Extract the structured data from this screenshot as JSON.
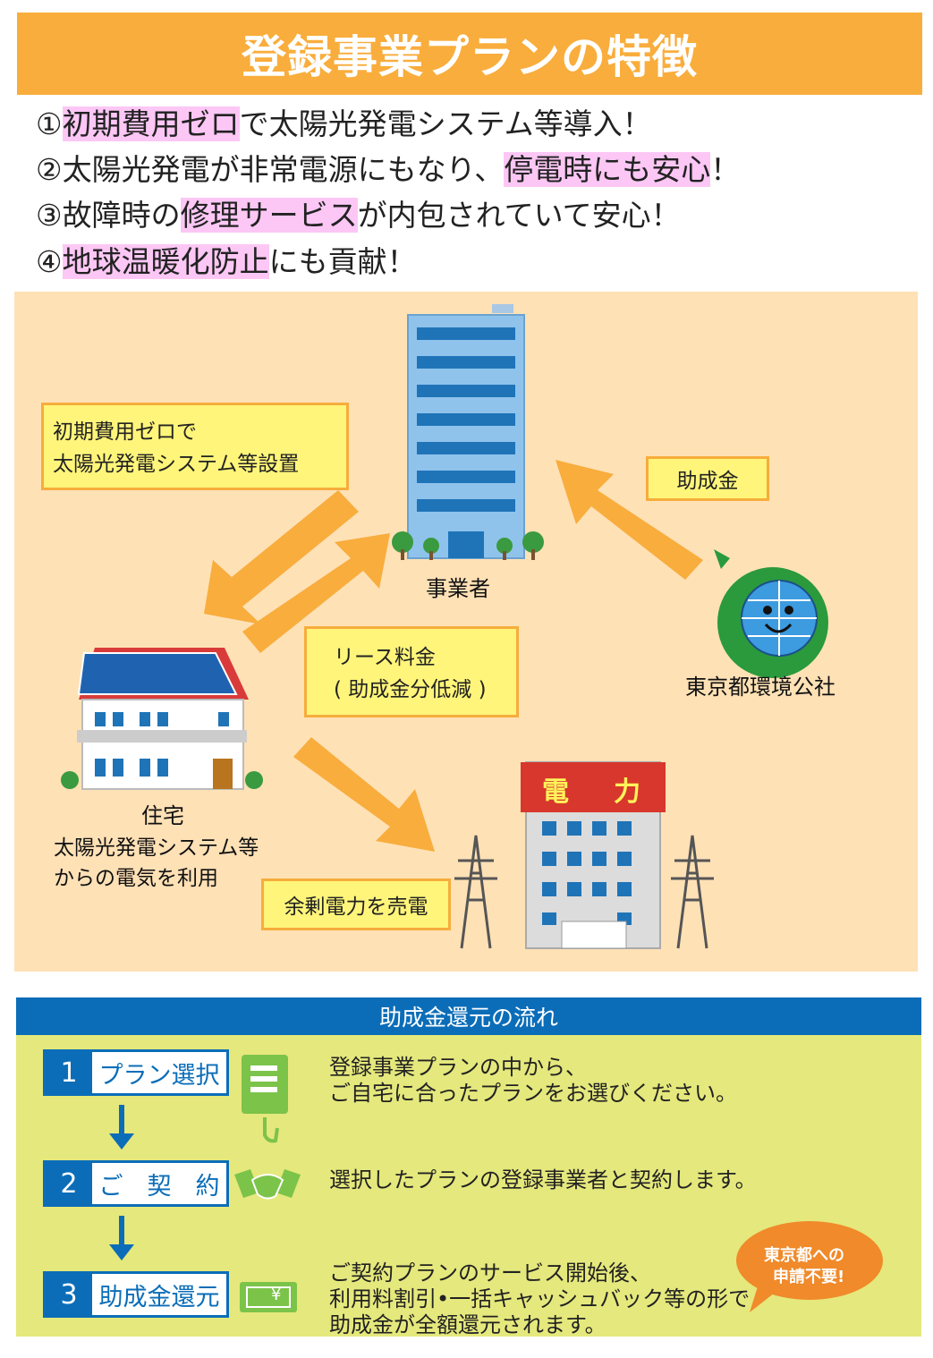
{
  "title": "登録事業プランの特徴",
  "features": [
    {
      "prefix": "①",
      "highlight": "初期費用ゼロ",
      "suffix": "で太陽光発電システム等導入！"
    },
    {
      "prefix": "②太陽光発電が非常電源にもなり、",
      "highlight": "停電時にも安心",
      "suffix": "！"
    },
    {
      "prefix": "③故障時の",
      "highlight": "修理サービス",
      "suffix": "が内包されていて安心！"
    },
    {
      "prefix": "④",
      "highlight": "地球温暖化防止",
      "suffix": "にも貢献！"
    }
  ],
  "diagram": {
    "box_install_line1": "初期費用ゼロで",
    "box_install_line2": "太陽光発電システム等設置",
    "box_subsidy": "助成金",
    "box_lease_line1": "リース料金",
    "box_lease_line2": "( 助成金分低減 )",
    "box_surplus": "余剰電力を売電",
    "label_business": "事業者",
    "label_corp": "東京都環境公社",
    "label_house": "住宅",
    "label_house_sub1": "太陽光発電システム等",
    "label_house_sub2": "からの電気を利用",
    "power_sign_1": "電",
    "power_sign_2": "力",
    "yen": "¥"
  },
  "flow": {
    "header": "助成金還元の流れ",
    "steps": [
      {
        "num": "1",
        "label": "プラン選択",
        "desc1": "登録事業プランの中から、",
        "desc2": "ご自宅に合ったプランをお選びください。",
        "desc3": ""
      },
      {
        "num": "2",
        "label": "ご　契　約",
        "desc1": "選択したプランの登録事業者と契約します。",
        "desc2": "",
        "desc3": ""
      },
      {
        "num": "3",
        "label": "助成金還元",
        "desc1": "ご契約プランのサービス開始後、",
        "desc2": "利用料割引•一括キャッシュバック等の形で",
        "desc3": "助成金が全額還元されます。"
      }
    ],
    "bubble_line1": "東京都への",
    "bubble_line2": "申請不要!"
  },
  "colors": {
    "orange": "#f9ad3c",
    "blue": "#0b6db8",
    "pink": "#fcc7f5",
    "green": "#2a9a3c"
  }
}
